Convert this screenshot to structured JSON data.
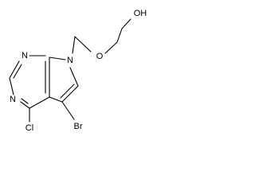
{
  "structure": {
    "atoms": {
      "n1": "N",
      "n3": "N",
      "n7": "N",
      "o_ether": "O",
      "oh": "OH",
      "cl": "Cl",
      "br": "Br"
    }
  },
  "colors": {
    "ink": "#000000",
    "background": "#ffffff"
  }
}
